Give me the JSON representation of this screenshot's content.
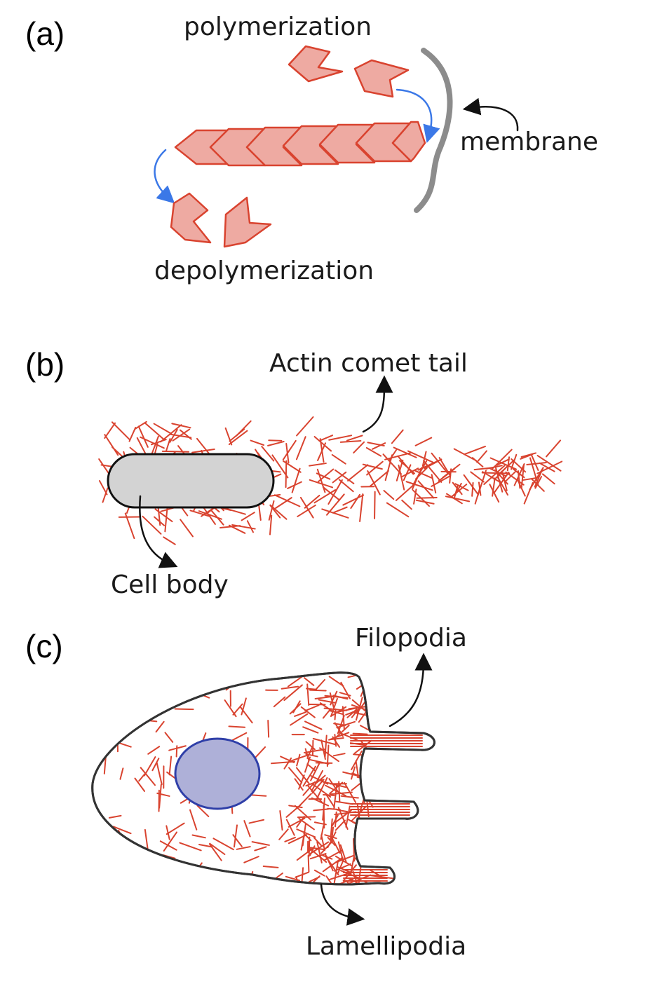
{
  "panels": {
    "a": {
      "label": "(a)",
      "polymerization": "polymerization",
      "membrane": "membrane",
      "depolymerization": "depolymerization"
    },
    "b": {
      "label": "(b)",
      "comet_tail": "Actin comet tail",
      "cell_body": "Cell body"
    },
    "c": {
      "label": "(c)",
      "filopodia": "Filopodia",
      "lamellipodia": "Lamellipodia"
    }
  },
  "colors": {
    "actin": "#d9432f",
    "monomer_fill": "#eeaaa2",
    "membrane": "#8c8c8c",
    "blue_arrow": "#3b78e7",
    "cell_body": "#d3d3d3",
    "nucleus_fill": "#aeb0d8",
    "nucleus_stroke": "#2f3fa8"
  }
}
